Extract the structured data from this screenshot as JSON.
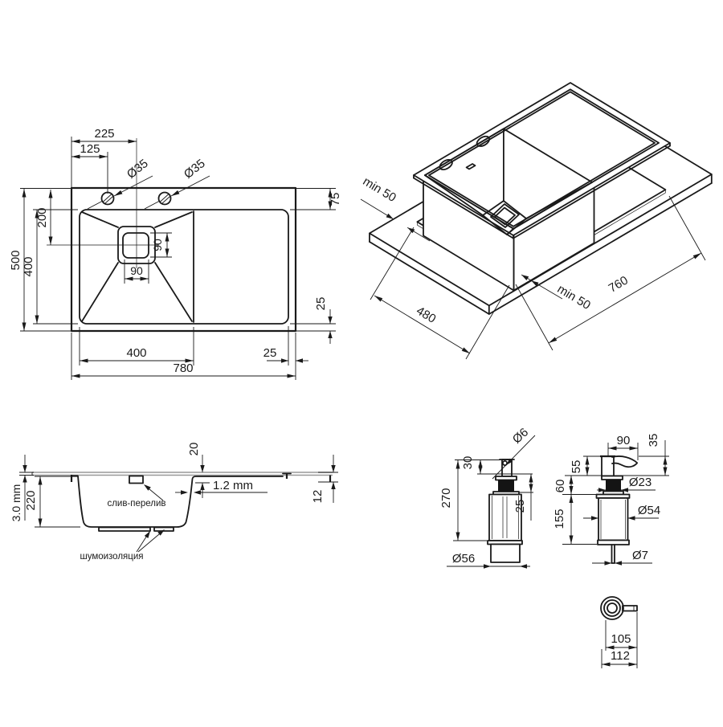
{
  "colors": {
    "line": "#1a1a1a",
    "glass_line": "#999999",
    "background": "#ffffff"
  },
  "views": {
    "plan": {
      "dims": {
        "d225": "225",
        "d125": "125",
        "hole1": "Ø35",
        "hole2": "Ø35",
        "d500": "500",
        "d400_left": "400",
        "d200": "200",
        "d90_v": "90",
        "d90_h": "90",
        "d75": "75",
        "d25_right": "25",
        "d400_bottom": "400",
        "d25_bottom": "25",
        "d780": "780"
      }
    },
    "iso": {
      "dims": {
        "min50_top": "min 50",
        "min50_bottom": "min 50",
        "d480": "480",
        "d760": "760"
      }
    },
    "section": {
      "dims": {
        "d20": "20",
        "steel": "1.2 mm",
        "d12": "12",
        "d220": "220",
        "glass": "3.0 mm"
      },
      "labels": {
        "overflow": "слив-перелив",
        "insulation": "шумоизоляция"
      }
    },
    "dispenser_front": {
      "dims": {
        "d6": "Ø6",
        "d30": "30",
        "d270": "270",
        "d25": "25",
        "d56": "Ø56"
      }
    },
    "dispenser_side": {
      "dims": {
        "d90": "90",
        "d35": "35",
        "d55": "55",
        "d60": "60",
        "d155": "155",
        "d23": "Ø23",
        "d54": "Ø54",
        "d7": "Ø7"
      }
    },
    "dispenser_top": {
      "dims": {
        "d105": "105",
        "d112": "112"
      }
    }
  }
}
